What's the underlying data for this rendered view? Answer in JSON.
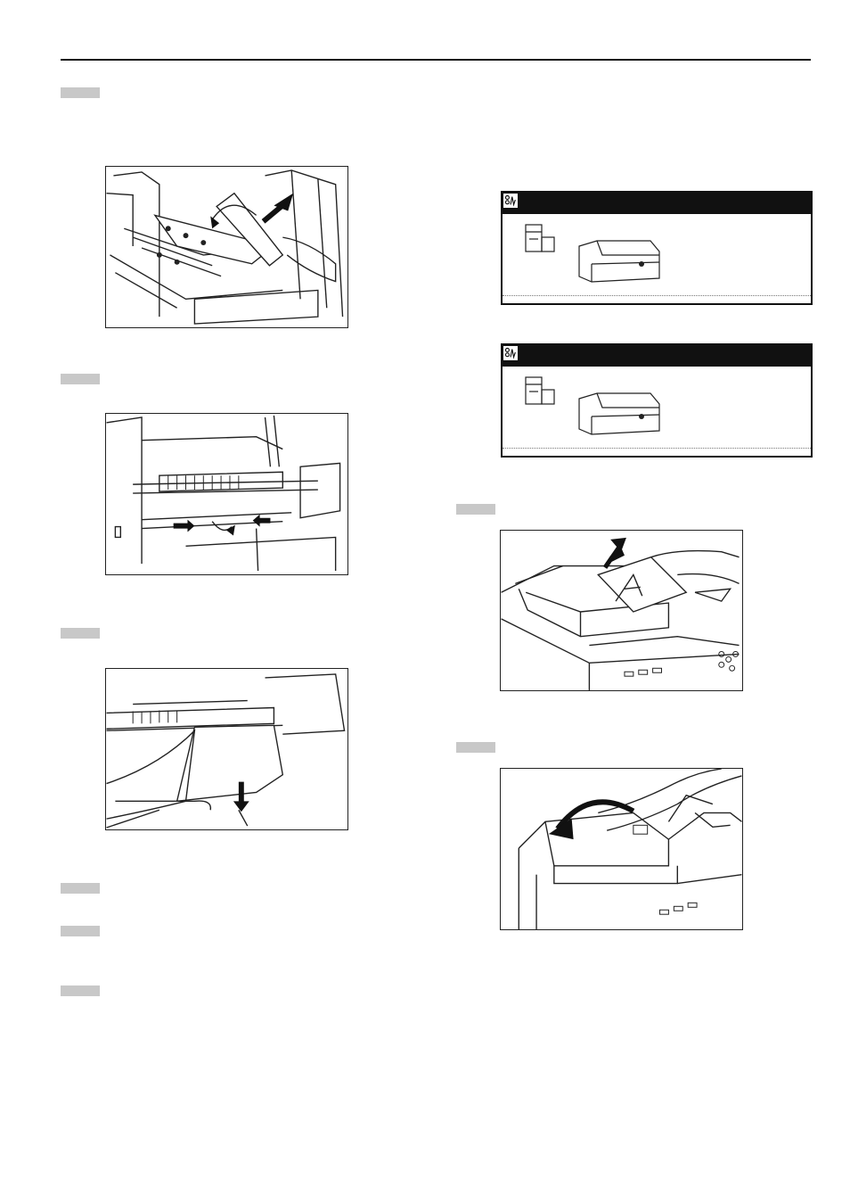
{
  "page": {
    "step_markers": [
      {
        "id": "step-left-1",
        "label": ""
      },
      {
        "id": "step-left-2",
        "label": ""
      },
      {
        "id": "step-left-3",
        "label": ""
      },
      {
        "id": "step-left-4",
        "label": ""
      },
      {
        "id": "step-left-5",
        "label": ""
      },
      {
        "id": "step-left-6",
        "label": ""
      },
      {
        "id": "step-right-1",
        "label": ""
      },
      {
        "id": "step-right-2",
        "label": ""
      }
    ],
    "figures": [
      {
        "id": "fig-remove-jammed-paper",
        "icon": "printer-internal-illustration"
      },
      {
        "id": "fig-open-guide-levers",
        "icon": "printer-internal-illustration"
      },
      {
        "id": "fig-pull-paper-down",
        "icon": "printer-internal-illustration"
      },
      {
        "id": "fig-remove-original",
        "icon": "document-processor-illustration"
      },
      {
        "id": "fig-close-cover",
        "icon": "document-processor-illustration"
      }
    ],
    "panels": [
      {
        "id": "panel-jam-message-1",
        "icon": "jam-alert-icon"
      },
      {
        "id": "panel-jam-message-2",
        "icon": "jam-alert-icon"
      }
    ]
  }
}
